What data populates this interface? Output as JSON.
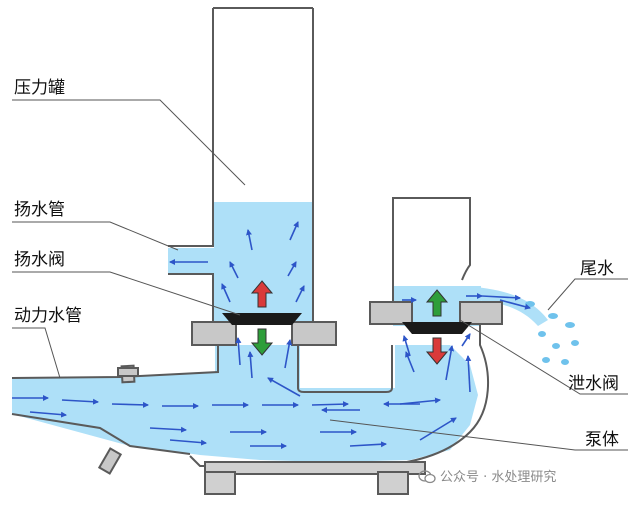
{
  "labels": {
    "pressure_tank": "压力罐",
    "lift_pipe": "扬水管",
    "lift_valve": "扬水阀",
    "drive_pipe": "动力水管",
    "tail_water": "尾水",
    "waste_valve": "泄水阀",
    "pump_body": "泵体"
  },
  "watermark": "公众号 · 水处理研究",
  "colors": {
    "water": "#aee0f8",
    "pipe_stroke": "#5a5a5a",
    "flange": "#c8c8c8",
    "arrow": "#2d55c8",
    "valve_disc": "#1a1a1a",
    "arrow_up_lift": "#d93a3a",
    "arrow_down_lift": "#2e9e3a",
    "arrow_up_waste": "#2e9e3a",
    "arrow_down_waste": "#d93a3a"
  }
}
